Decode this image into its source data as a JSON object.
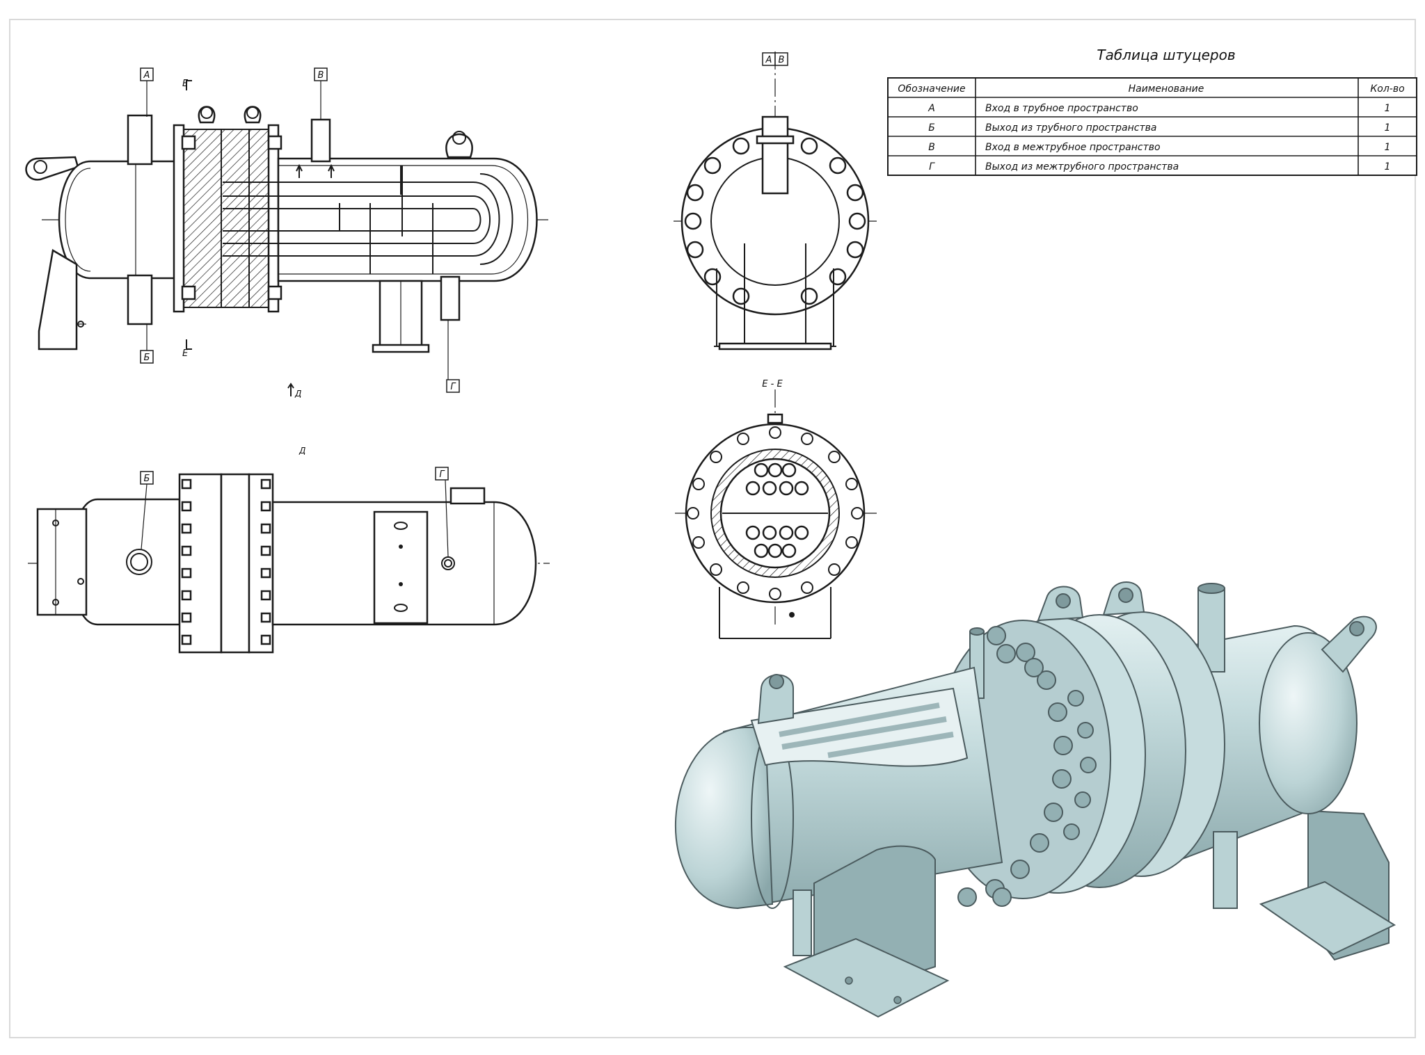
{
  "nozzle_table": {
    "title": "Таблица штуцеров",
    "headers": [
      "Обозначение",
      "Наименование",
      "Кол-во"
    ],
    "rows": [
      {
        "mark": "А",
        "name": "Вход в трубное пространство",
        "qty": "1"
      },
      {
        "mark": "Б",
        "name": "Выход из трубного пространства",
        "qty": "1"
      },
      {
        "mark": "В",
        "name": "Вход в межтрубное пространство",
        "qty": "1"
      },
      {
        "mark": "Г",
        "name": "Выход из межтрубного пространства",
        "qty": "1"
      }
    ]
  },
  "labels": {
    "A": "А",
    "B_out": "Б",
    "V": "В",
    "G": "Г",
    "E": "Е",
    "D": "Д",
    "section_EE": "Е - Е",
    "end_tag_left": "А",
    "end_tag_right": "В"
  },
  "colors": {
    "line": "#1b1b1b",
    "model_body": "#b9d2d4",
    "model_shadow": "#93b0b3",
    "model_highlight": "#d8e8ea"
  }
}
